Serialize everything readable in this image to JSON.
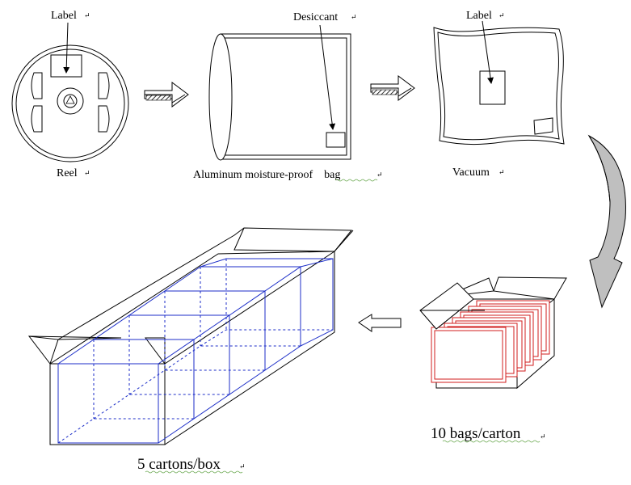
{
  "labels": {
    "reel_label": "Label",
    "reel": "Reel",
    "desiccant": "Desiccant",
    "bag": "Aluminum moisture-proof    bag",
    "vacuum_label": "Label",
    "vacuum": "Vacuum",
    "carton": "10 bags/carton",
    "box": "5 cartons/box"
  },
  "colors": {
    "line": "#000000",
    "carton_edges": "#1c2ec8",
    "bag_edges": "#d11e1e",
    "curved_arrow_fill": "#bfbfbf",
    "hatch": "#000000"
  }
}
